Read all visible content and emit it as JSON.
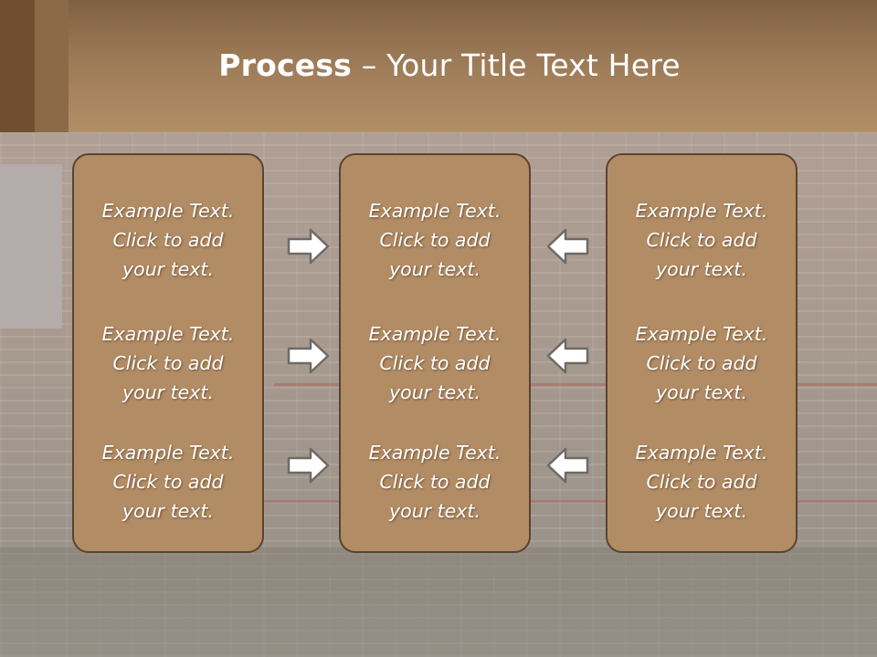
{
  "slide": {
    "title_bold": "Process",
    "title_rest": " – Your Title Text Here"
  },
  "columns": [
    {
      "blocks": [
        {
          "line1": "Example Text.",
          "line2": "Click  to add",
          "line3": "your text."
        },
        {
          "line1": "Example Text.",
          "line2": "Click  to add",
          "line3": "your text."
        },
        {
          "line1": "Example Text.",
          "line2": "Click  to add",
          "line3": "your text."
        }
      ]
    },
    {
      "blocks": [
        {
          "line1": "Example Text.",
          "line2": "Click  to add",
          "line3": "your text."
        },
        {
          "line1": "Example Text.",
          "line2": "Click  to add",
          "line3": "your text."
        },
        {
          "line1": "Example Text.",
          "line2": "Click  to add",
          "line3": "your text."
        }
      ]
    },
    {
      "blocks": [
        {
          "line1": "Example Text.",
          "line2": "Click  to add",
          "line3": "your text."
        },
        {
          "line1": "Example Text.",
          "line2": "Click  to add",
          "line3": "your text."
        },
        {
          "line1": "Example Text.",
          "line2": "Click  to add",
          "line3": "your text."
        }
      ]
    }
  ],
  "arrows": {
    "left_group": [
      "right-arrow-icon",
      "right-arrow-icon",
      "right-arrow-icon"
    ],
    "right_group": [
      "left-arrow-icon",
      "left-arrow-icon",
      "left-arrow-icon"
    ]
  },
  "colors": {
    "header": "#9c7a57",
    "panel_fill": "#b28c64",
    "panel_border": "#5b4330",
    "text": "#ffffff"
  }
}
